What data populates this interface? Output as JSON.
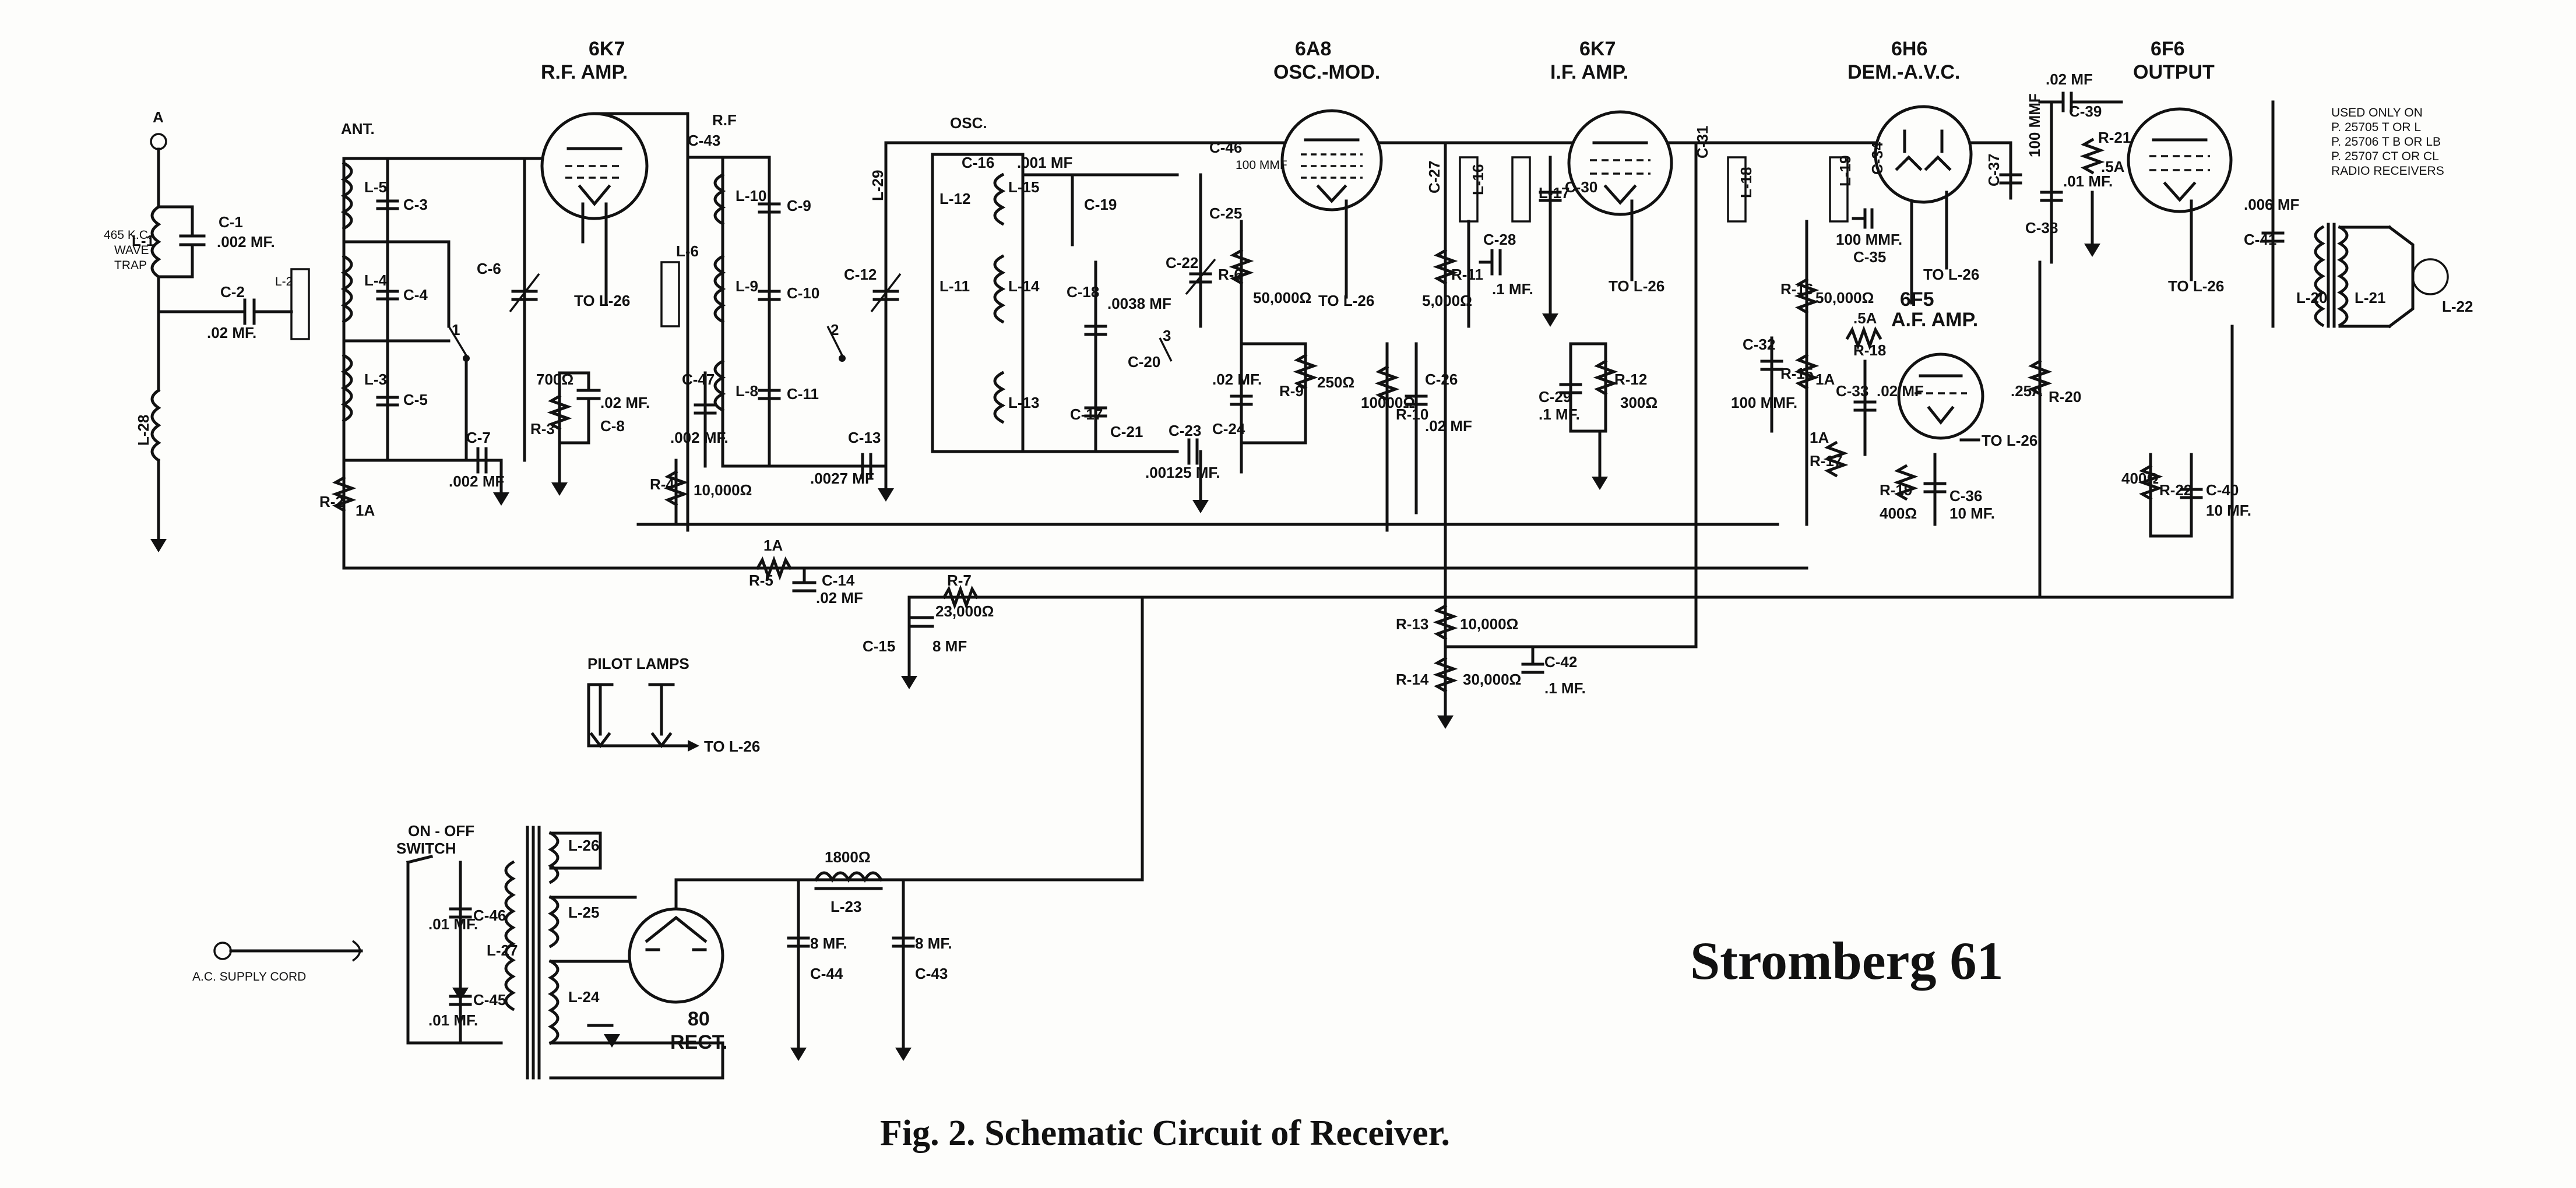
{
  "tubes": [
    {
      "id": "t1",
      "type": "6K7",
      "role": "R.F. AMP."
    },
    {
      "id": "t2",
      "type": "6A8",
      "role": "OSC.-MOD."
    },
    {
      "id": "t3",
      "type": "6K7",
      "role": "I.F. AMP."
    },
    {
      "id": "t4",
      "type": "6H6",
      "role": "DEM.-A.V.C."
    },
    {
      "id": "t5",
      "type": "6F5",
      "role": "A.F. AMP."
    },
    {
      "id": "t6",
      "type": "6F6",
      "role": "OUTPUT"
    },
    {
      "id": "t7",
      "type": "80",
      "role": "RECT."
    }
  ],
  "section_labels": {
    "ant": "ANT.",
    "rf": "R.F",
    "osc": "OSC.",
    "antenna_terminal": "A",
    "wave_trap": [
      "465 K.C.",
      "WAVE",
      "TRAP"
    ],
    "pilot_lamps": "PILOT LAMPS",
    "to_l26": "TO L-26",
    "on_off_switch": [
      "ON - OFF",
      "SWITCH"
    ],
    "ac_cord": "A.C. SUPPLY CORD",
    "output_note": [
      "USED ONLY ON",
      "P. 25705 T OR L",
      "P. 25706 T B OR LB",
      "P. 25707 CT OR CL",
      "RADIO RECEIVERS"
    ]
  },
  "components": {
    "L-1": "L-1",
    "C-1": "C-1",
    "C-1v": ".002 MF.",
    "C-2": "C-2",
    "C-2v": ".02 MF.",
    "L-2": "L-2",
    "L-28": "L-28",
    "L-5": "L-5",
    "L-4": "L-4",
    "L-3": "L-3",
    "C-3": "C-3",
    "C-4": "C-4",
    "C-5": "C-5",
    "C-6": "C-6",
    "C-7": "C-7",
    "C-7v": ".002 MF",
    "R-2": "R-2",
    "R-2v": "1A",
    "R-3": "R-3",
    "R-3v": "700Ω",
    "C-8": "C-8",
    "C-8v": ".02 MF.",
    "C-43top": "C-43",
    "L-6": "L-6",
    "L-10": "L-10",
    "L-9": "L-9",
    "L-8": "L-8",
    "C-9": "C-9",
    "C-10": "C-10",
    "C-11": "C-11",
    "C-47": "C-47",
    "C-47v": ".002 MF.",
    "R-4": "R-4",
    "R-4v": "10,000Ω",
    "C-13": "C-13",
    "C-13v": ".0027 MF",
    "C-12": "C-12",
    "L-29": "L-29",
    "L-12": "L-12",
    "L-11": "L-11",
    "L-15": "L-15",
    "L-14": "L-14",
    "L-13": "L-13",
    "C-16": "C-16",
    "C-16v": ".001 MF",
    "C-19": "C-19",
    "C-18": "C-18",
    "C-18v": ".0038 MF",
    "C-20": "C-20",
    "C-17": "C-17",
    "C-21": "C-21",
    "C-23": "C-23",
    "C-23v": ".00125 MF.",
    "C-22": "C-22",
    "C-46top": "C-46",
    "C-25": "C-25",
    "C-25v": "100 MMF",
    "R-6": "R-6",
    "R-6v": "50,000Ω",
    "R-9": "R-9",
    "R-9v": "250Ω",
    "C-24": "C-24",
    "C-24v": ".02 MF.",
    "R-5": "R-5",
    "R-5v": "1A",
    "C-14": "C-14",
    "C-14v": ".02 MF",
    "R-7": "R-7",
    "R-7v": "23,000Ω",
    "C-15": "C-15",
    "C-15v": "8 MF",
    "C-27": "C-27",
    "L-16": "L-16",
    "L-17": "L-17",
    "C-30": "C-30",
    "R-11": "R-11",
    "R-11v": "5,000Ω",
    "C-28": "C-28",
    "C-28v": ".1 MF.",
    "R-10": "R-10",
    "R-10v": "10000Ω",
    "C-26": "C-26",
    "C-26v": ".02 MF",
    "C-29": "C-29",
    "C-29v": ".1 MF.",
    "R-12": "R-12",
    "R-12v": "300Ω",
    "C-31": "C-31",
    "L-18": "L-18",
    "L-19": "L-19",
    "C-34": "C-34",
    "C-35": "C-35",
    "C-35v": "100 MMF.",
    "R-16": "R-16",
    "R-16v": "50,000Ω",
    "R-18": "R-18",
    "R-18v": ".5A",
    "C-32": "C-32",
    "C-32v": "100 MMF.",
    "R-15": "R-15",
    "R-15v": "1A",
    "C-33": "C-33",
    "C-33v": ".02 MF",
    "R-17": "R-17",
    "R-17v": "1A",
    "R-19": "R-19",
    "R-19v": "400Ω",
    "C-36": "C-36",
    "C-36v": "10 MF.",
    "C-37": "C-37",
    "C-37v": "100 MMF",
    "C-39": "C-39",
    "C-39v": ".02 MF",
    "C-38": "C-38",
    "C-38v": ".01 MF.",
    "R-21": "R-21",
    "R-21v": ".5A",
    "R-20": "R-20",
    "R-20v": ".25A",
    "C-41": "C-41",
    "C-41v": ".006 MF",
    "L-20": "L-20",
    "L-21": "L-21",
    "L-22": "L-22",
    "R-22": "R-22",
    "R-22v": "400Ω",
    "C-40": "C-40",
    "C-40v": "10 MF.",
    "R-13": "R-13",
    "R-13v": "10,000Ω",
    "R-14": "R-14",
    "R-14v": "30,000Ω",
    "C-42": "C-42",
    "C-42v": ".1 MF.",
    "L-26": "L-26",
    "L-27": "L-27",
    "L-25": "L-25",
    "L-24": "L-24",
    "C-46": "C-46",
    "C-46v": ".01 MF.",
    "C-45": "C-45",
    "C-45v": ".01 MF.",
    "L-23": "L-23",
    "L-23v": "1800Ω",
    "C-44": "C-44",
    "C-44v": "8 MF.",
    "C-43": "C-43",
    "C-43v": "8 MF."
  },
  "switch_positions": [
    "1",
    "2",
    "3"
  ],
  "model_title": "Stromberg 61",
  "figure_caption": "Fig. 2.   Schematic Circuit of Receiver."
}
